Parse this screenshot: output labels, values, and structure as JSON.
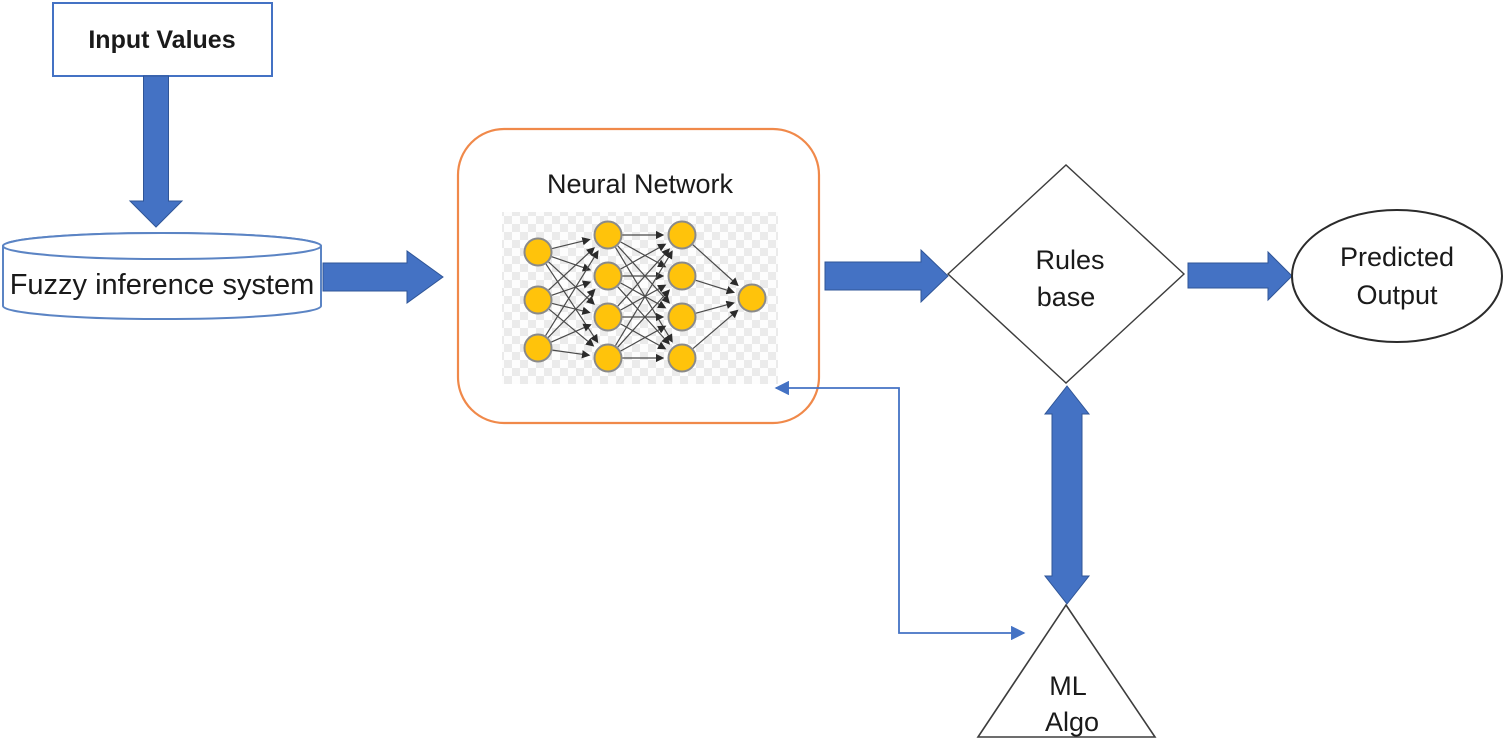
{
  "diagram": {
    "background": "#ffffff",
    "nodes": {
      "input_box": {
        "shape": "rectangle",
        "label": "Input Values"
      },
      "fuzzy_cylinder": {
        "shape": "cylinder",
        "label": "Fuzzy inference system"
      },
      "neural_network_box": {
        "shape": "rounded-rectangle",
        "title": "Neural Network"
      },
      "rules_diamond": {
        "shape": "diamond",
        "label": "Rules base",
        "line1": "Rules",
        "line2": "base"
      },
      "predicted_ellipse": {
        "shape": "ellipse",
        "label": "Predicted Output",
        "line1": "Predicted",
        "line2": "Output"
      },
      "ml_triangle": {
        "shape": "triangle",
        "label": "ML Algo",
        "line1": "ML",
        "line2": "Algo"
      }
    },
    "edges": [
      {
        "from": "input-values",
        "to": "fuzzy-inference-system",
        "type": "thick-arrow",
        "direction": "one-way"
      },
      {
        "from": "fuzzy-inference-system",
        "to": "neural-network",
        "type": "thick-arrow",
        "direction": "one-way"
      },
      {
        "from": "neural-network",
        "to": "rules-base",
        "type": "thick-arrow",
        "direction": "one-way"
      },
      {
        "from": "rules-base",
        "to": "predicted-output",
        "type": "thick-arrow",
        "direction": "one-way"
      },
      {
        "from": "rules-base",
        "to": "ml-algo",
        "type": "thick-double-arrow",
        "direction": "two-way"
      },
      {
        "from": "ml-algo",
        "to": "neural-network",
        "type": "thin-elbow-double-arrow",
        "direction": "two-way"
      }
    ],
    "neural_network": {
      "layers": [
        3,
        4,
        4,
        1
      ],
      "node_color": "#FFC30B",
      "node_border": "#8A8A8A",
      "link_color": "#4A4A4A"
    },
    "colors": {
      "arrow_blue": "#4472C4",
      "arrow_edge": "#2F5597",
      "box_border_blue": "#4472C4",
      "cylinder_border": "#5B84C4",
      "nn_box_border": "#F0894A",
      "shape_border_dark": "#3D3D3D",
      "text": "#1A1A1A",
      "checker_gray": "#EBEBEB"
    }
  }
}
